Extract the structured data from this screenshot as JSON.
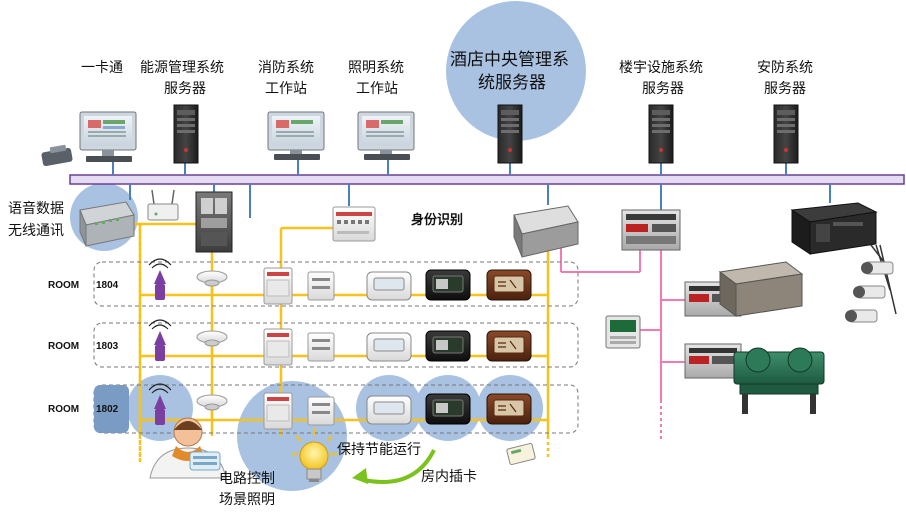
{
  "labels": {
    "card": "一卡通",
    "energy_1": "能源管理系统",
    "energy_2": "服务器",
    "fire_1": "消防系统",
    "fire_2": "工作站",
    "light_1": "照明系统",
    "light_2": "工作站",
    "hotel_1": "酒店中央管理系",
    "hotel_2": "统服务器",
    "building_1": "楼宇设施系统",
    "building_2": "服务器",
    "security_1": "安防系统",
    "security_2": "服务器",
    "wireless_1": "语音数据",
    "wireless_2": "无线通讯",
    "id": "身份识别",
    "circuit_1": "电路控制",
    "circuit_2": "场景照明",
    "energy_save": "保持节能运行",
    "card_insert": "房内插卡"
  },
  "rooms": [
    {
      "label": "ROOM",
      "number": "1804"
    },
    {
      "label": "ROOM",
      "number": "1803"
    },
    {
      "label": "ROOM",
      "number": "1802"
    }
  ],
  "colors": {
    "bus_fill": "#e6dcf2",
    "bus_stroke": "#6a3e98",
    "yellow_line": "#f7c21b",
    "pink_line": "#f47ab2",
    "blue_line": "#4a7fc0",
    "highlight": "#8fb3dc",
    "arrow": "#7cc21e"
  }
}
